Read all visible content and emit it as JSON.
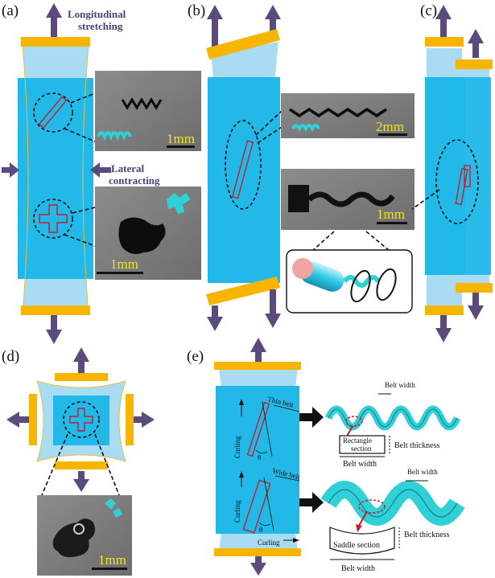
{
  "panels": {
    "a": "(a)",
    "b": "(b)",
    "c": "(c)",
    "d": "(d)",
    "e": "(e)"
  },
  "annotations": {
    "longitudinal_line1": "Longitudinal",
    "longitudinal_line2": "stretching",
    "lateral_line1": "Lateral",
    "lateral_line2": "contracting"
  },
  "scale_bars": {
    "a_top": "1mm",
    "a_bottom": "1mm",
    "b_top": "2mm",
    "b_bottom": "1mm",
    "d": "1mm"
  },
  "panel_e": {
    "thin_belt": "Thin belt",
    "wide_belt": "Wide belt",
    "curling_1": "Curling",
    "curling_2": "Curling",
    "curling_3": "Curling",
    "theta_1": "θ",
    "theta_2": "θ",
    "belt_width_top": "Belt width",
    "rect_section_1": "Rectangle",
    "rect_section_2": "section",
    "belt_thickness_1": "Belt thickness",
    "belt_width_rect": "Belt width",
    "belt_width_saddle_top": "Belt width",
    "saddle_section": "Saddle section",
    "belt_thickness_2": "Belt  thickness",
    "belt_width_saddle": "Belt width"
  },
  "colors": {
    "film_dark": "#22b8e8",
    "film_light": "#a9dcf2",
    "clamp": "#f7b500",
    "arrow": "#5b4a7e",
    "marker": "#c0202a",
    "helix": "#2fd0d6"
  }
}
